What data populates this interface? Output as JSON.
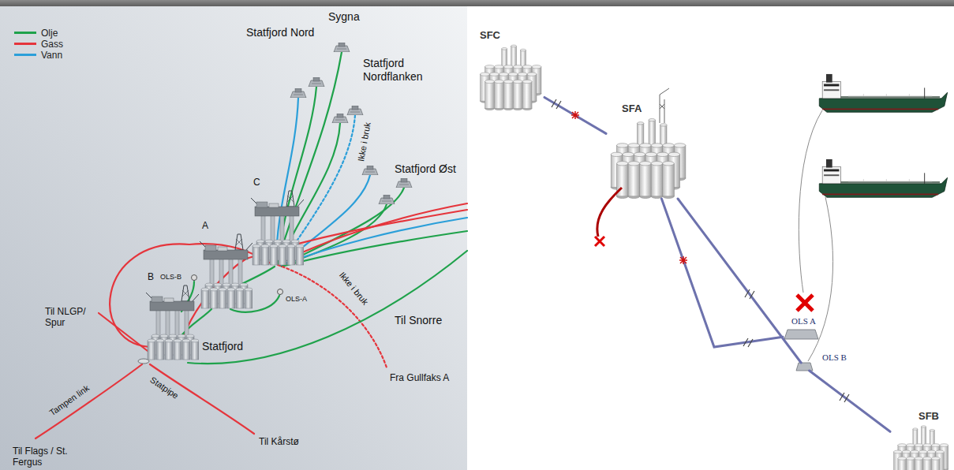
{
  "diagram": {
    "nodes": [
      {
        "text": [
          "SFC"
        ]
      },
      {
        "text": [
          "SFA"
        ]
      },
      {
        "text": [
          "OLS A"
        ]
      },
      {
        "text": [
          "OLS B"
        ]
      },
      {
        "text": [
          "SFB"
        ]
      }
    ],
    "edges": [
      {
        "from": 0,
        "to": 1,
        "arrow": "none"
      },
      {
        "from": 1,
        "to": 2,
        "arrow": "none"
      },
      {
        "from": 1,
        "to": 3,
        "arrow": "none"
      },
      {
        "from": 3,
        "to": 4,
        "arrow": "none"
      }
    ],
    "labels": [
      "Sygna",
      "Statfjord Nord",
      "Statfjord Nordflanken",
      "Ikke i bruk",
      "Statfjord Øst",
      "C",
      "A",
      "B",
      "OLS-B",
      "OLS-A",
      "Statfjord",
      "Til NLGP/ Spur",
      "Til Snorre",
      "Ikke i bruk",
      "Fra Gullfaks A",
      "Statpipe",
      "Tampen link",
      "Til Kårstø",
      "Til Flags / St. Fergus"
    ],
    "legend": [
      {
        "text": "Olje",
        "color": "#1fa24b"
      },
      {
        "text": "Gass",
        "color": "#e5353c"
      },
      {
        "text": "Vann",
        "color": "#2b9fd9"
      }
    ]
  }
}
